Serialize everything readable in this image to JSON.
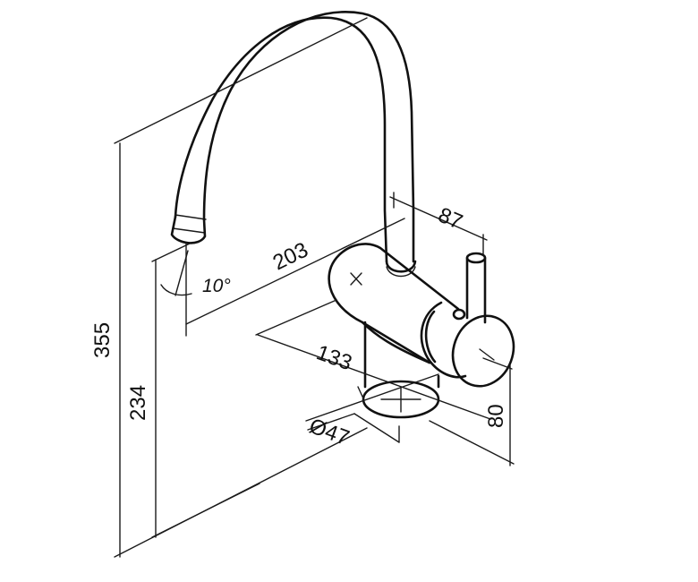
{
  "dimensions": {
    "total_height": "355",
    "spout_height": "234",
    "spout_reach": "203",
    "body_width": "87",
    "base_offset": "133",
    "body_height": "80",
    "base_diameter": "Ø47",
    "tilt_angle": "10°"
  }
}
